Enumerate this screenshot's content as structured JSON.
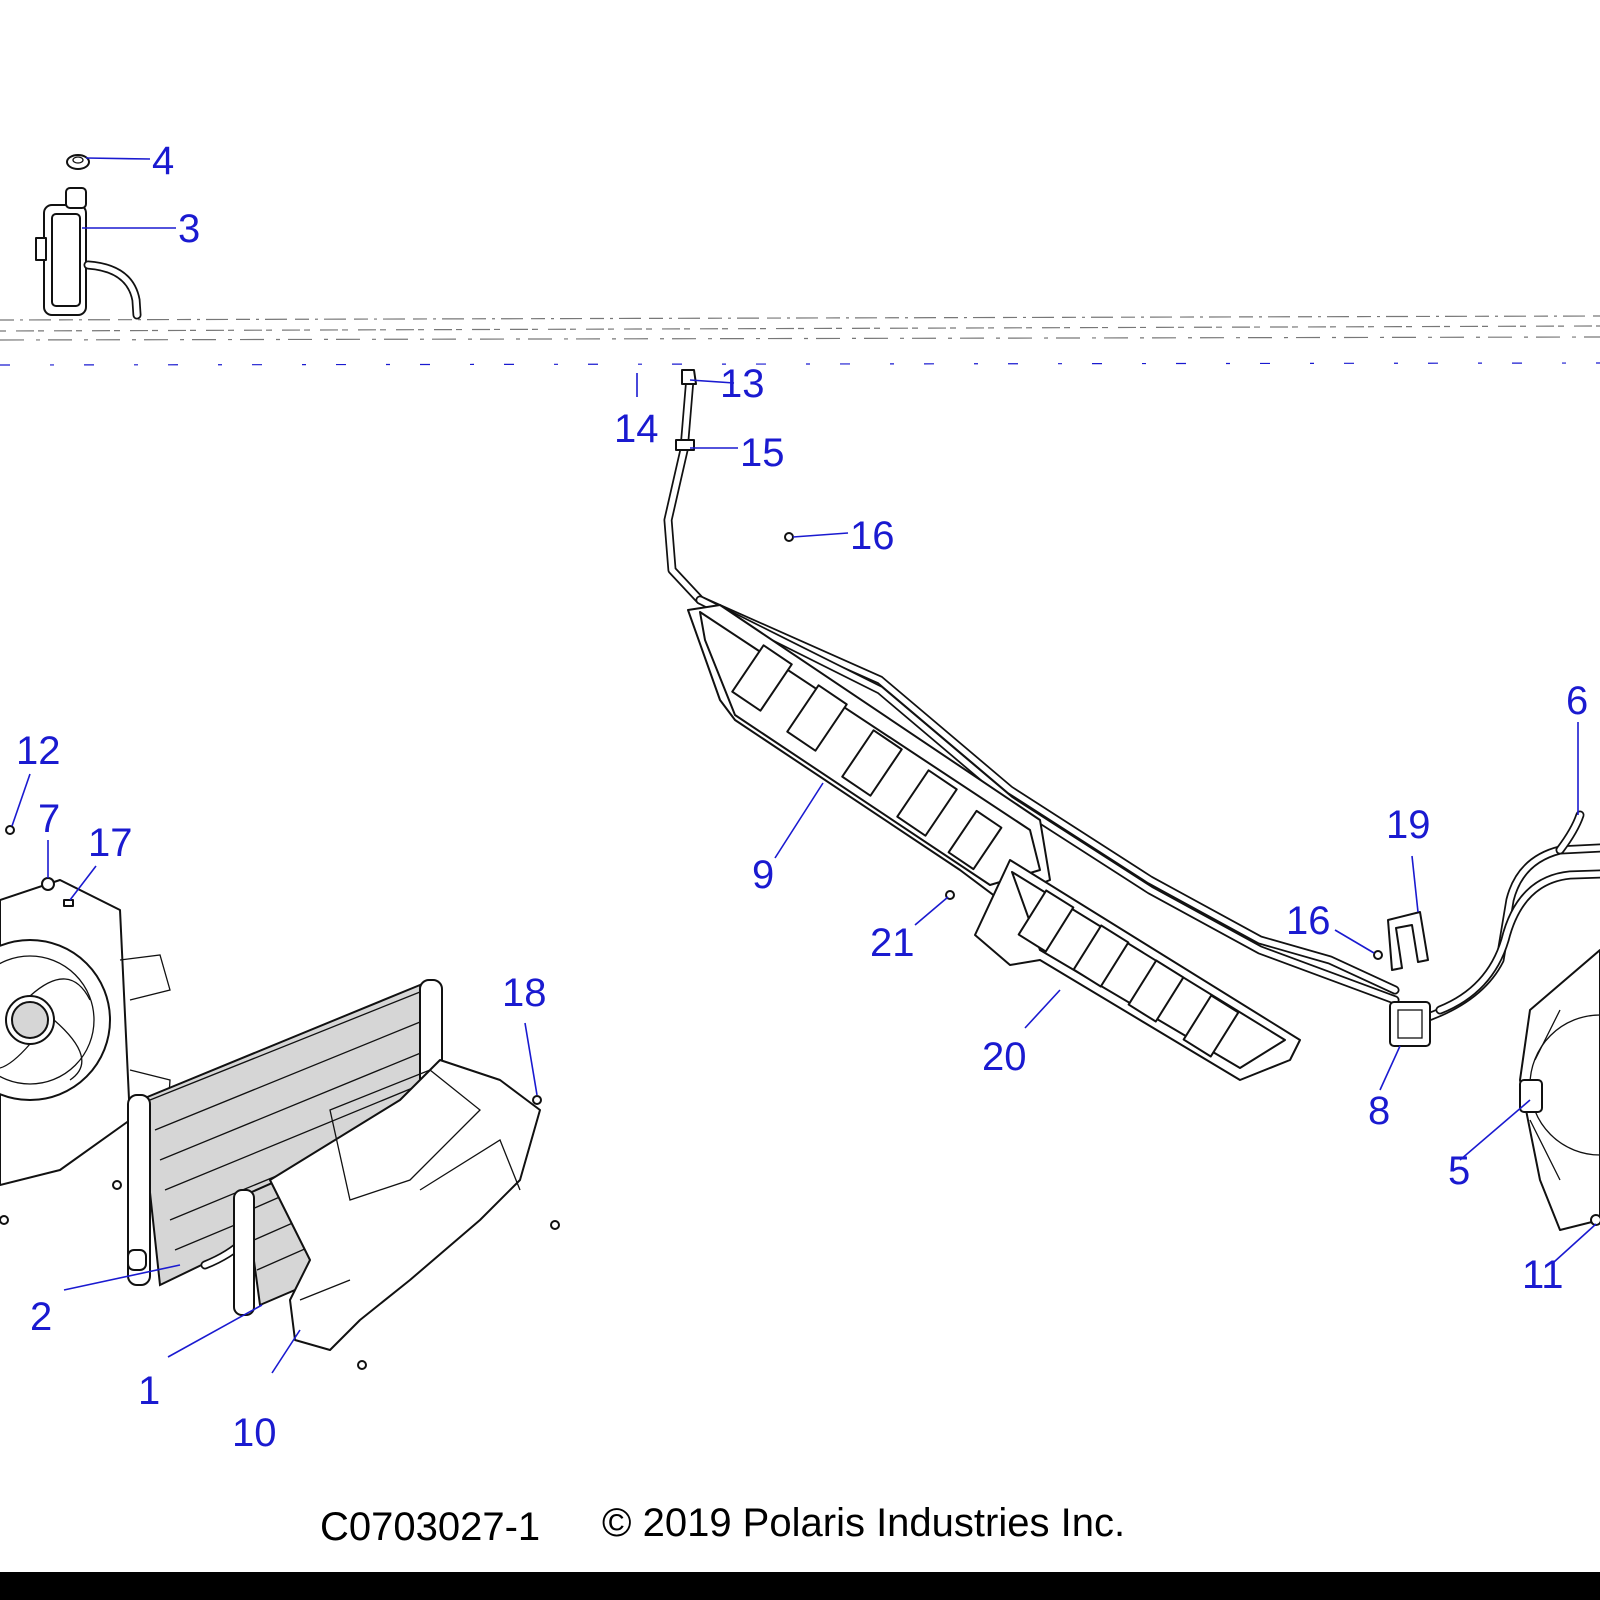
{
  "callouts": [
    {
      "id": "1",
      "label": "1"
    },
    {
      "id": "2",
      "label": "2"
    },
    {
      "id": "3",
      "label": "3"
    },
    {
      "id": "4",
      "label": "4"
    },
    {
      "id": "5",
      "label": "5"
    },
    {
      "id": "6",
      "label": "6"
    },
    {
      "id": "7",
      "label": "7"
    },
    {
      "id": "8",
      "label": "8"
    },
    {
      "id": "9",
      "label": "9"
    },
    {
      "id": "10",
      "label": "10"
    },
    {
      "id": "11",
      "label": "11"
    },
    {
      "id": "12",
      "label": "12"
    },
    {
      "id": "13",
      "label": "13"
    },
    {
      "id": "14",
      "label": "14"
    },
    {
      "id": "15",
      "label": "15"
    },
    {
      "id": "16a",
      "label": "16"
    },
    {
      "id": "16b",
      "label": "16"
    },
    {
      "id": "17",
      "label": "17"
    },
    {
      "id": "18",
      "label": "18"
    },
    {
      "id": "19",
      "label": "19"
    },
    {
      "id": "20",
      "label": "20"
    },
    {
      "id": "21",
      "label": "21"
    }
  ],
  "footer": {
    "drawing_number": "C0703027-1",
    "copyright": "© 2019 Polaris Industries Inc."
  },
  "colors": {
    "callout": "#1a1ad0",
    "line_art": "#111111",
    "background": "#ffffff"
  }
}
